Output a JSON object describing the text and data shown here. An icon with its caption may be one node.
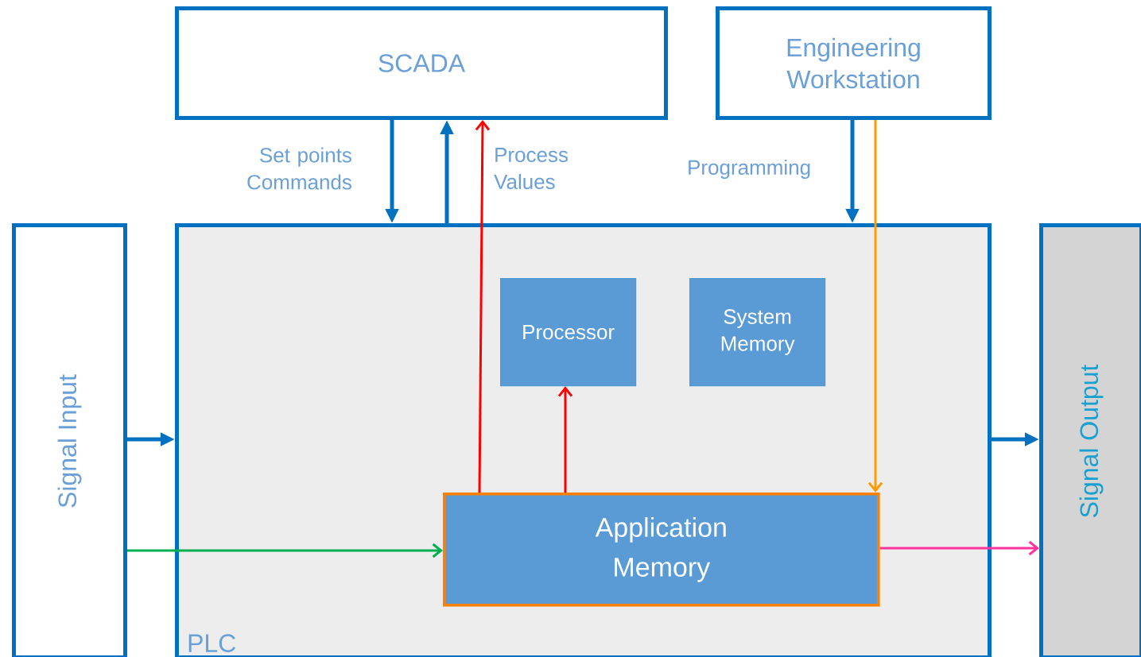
{
  "diagram": {
    "nodes": [
      {
        "text": [
          "SCADA"
        ]
      },
      {
        "text": [
          "Engineering Workstation"
        ]
      },
      {
        "text": [
          "Signal Input"
        ]
      },
      {
        "text": [
          "PLC"
        ]
      },
      {
        "text": [
          "Processor"
        ],
        "in": 3
      },
      {
        "text": [
          "System Memory"
        ],
        "in": 3
      },
      {
        "text": [
          "Application Memory"
        ],
        "in": 3
      },
      {
        "text": [
          "Signal Output"
        ]
      }
    ],
    "edges": [
      {
        "from": 0,
        "to": 3,
        "arrow": "to",
        "label": "Set points Commands"
      },
      {
        "from": 3,
        "to": 0,
        "arrow": "to"
      },
      {
        "from": 6,
        "to": 0,
        "arrow": "to",
        "color": "#ff0000",
        "label": "Process Values"
      },
      {
        "from": 6,
        "to": 4,
        "arrow": "to",
        "color": "#ff0000"
      },
      {
        "from": 1,
        "to": 3,
        "arrow": "to",
        "label": "Programming"
      },
      {
        "from": 1,
        "to": 6,
        "arrow": "to",
        "color": "#ff9900"
      },
      {
        "from": 2,
        "to": 3,
        "arrow": "to"
      },
      {
        "from": 2,
        "to": 6,
        "arrow": "to",
        "color": "#00b050"
      },
      {
        "from": 3,
        "to": 7,
        "arrow": "to"
      },
      {
        "from": 6,
        "to": 7,
        "arrow": "to",
        "color": "#ff3399"
      }
    ]
  }
}
